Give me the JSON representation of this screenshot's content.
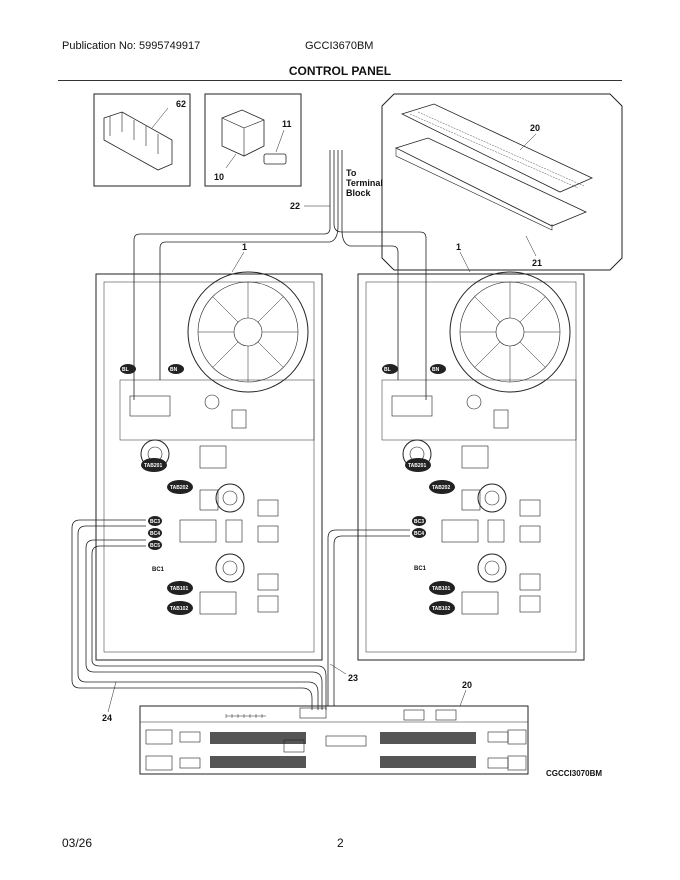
{
  "header": {
    "publication": "Publication No: 5995749917",
    "model": "GCCI3670BM",
    "title": "CONTROL PANEL"
  },
  "callouts": {
    "c62": "62",
    "c11": "11",
    "c10": "10",
    "c20": "20",
    "c21": "21",
    "c22": "22",
    "c1a": "1",
    "c1b": "1",
    "c23": "23",
    "c24": "24",
    "c20b": "20"
  },
  "terminal": {
    "line1": "To",
    "line2": "Terminal",
    "line3": "Block"
  },
  "connector_tags": {
    "bl": "BL",
    "bn": "BN",
    "tab201": "TAB201",
    "tab202": "TAB202",
    "bc3": "BC3",
    "bc4": "BC4",
    "bc5": "BC5",
    "bc1": "BC1",
    "tab101": "TAB101",
    "tab102": "TAB102"
  },
  "diagram_code": "CGCCI3070BM",
  "footer": {
    "date": "03/26",
    "page": "2"
  }
}
